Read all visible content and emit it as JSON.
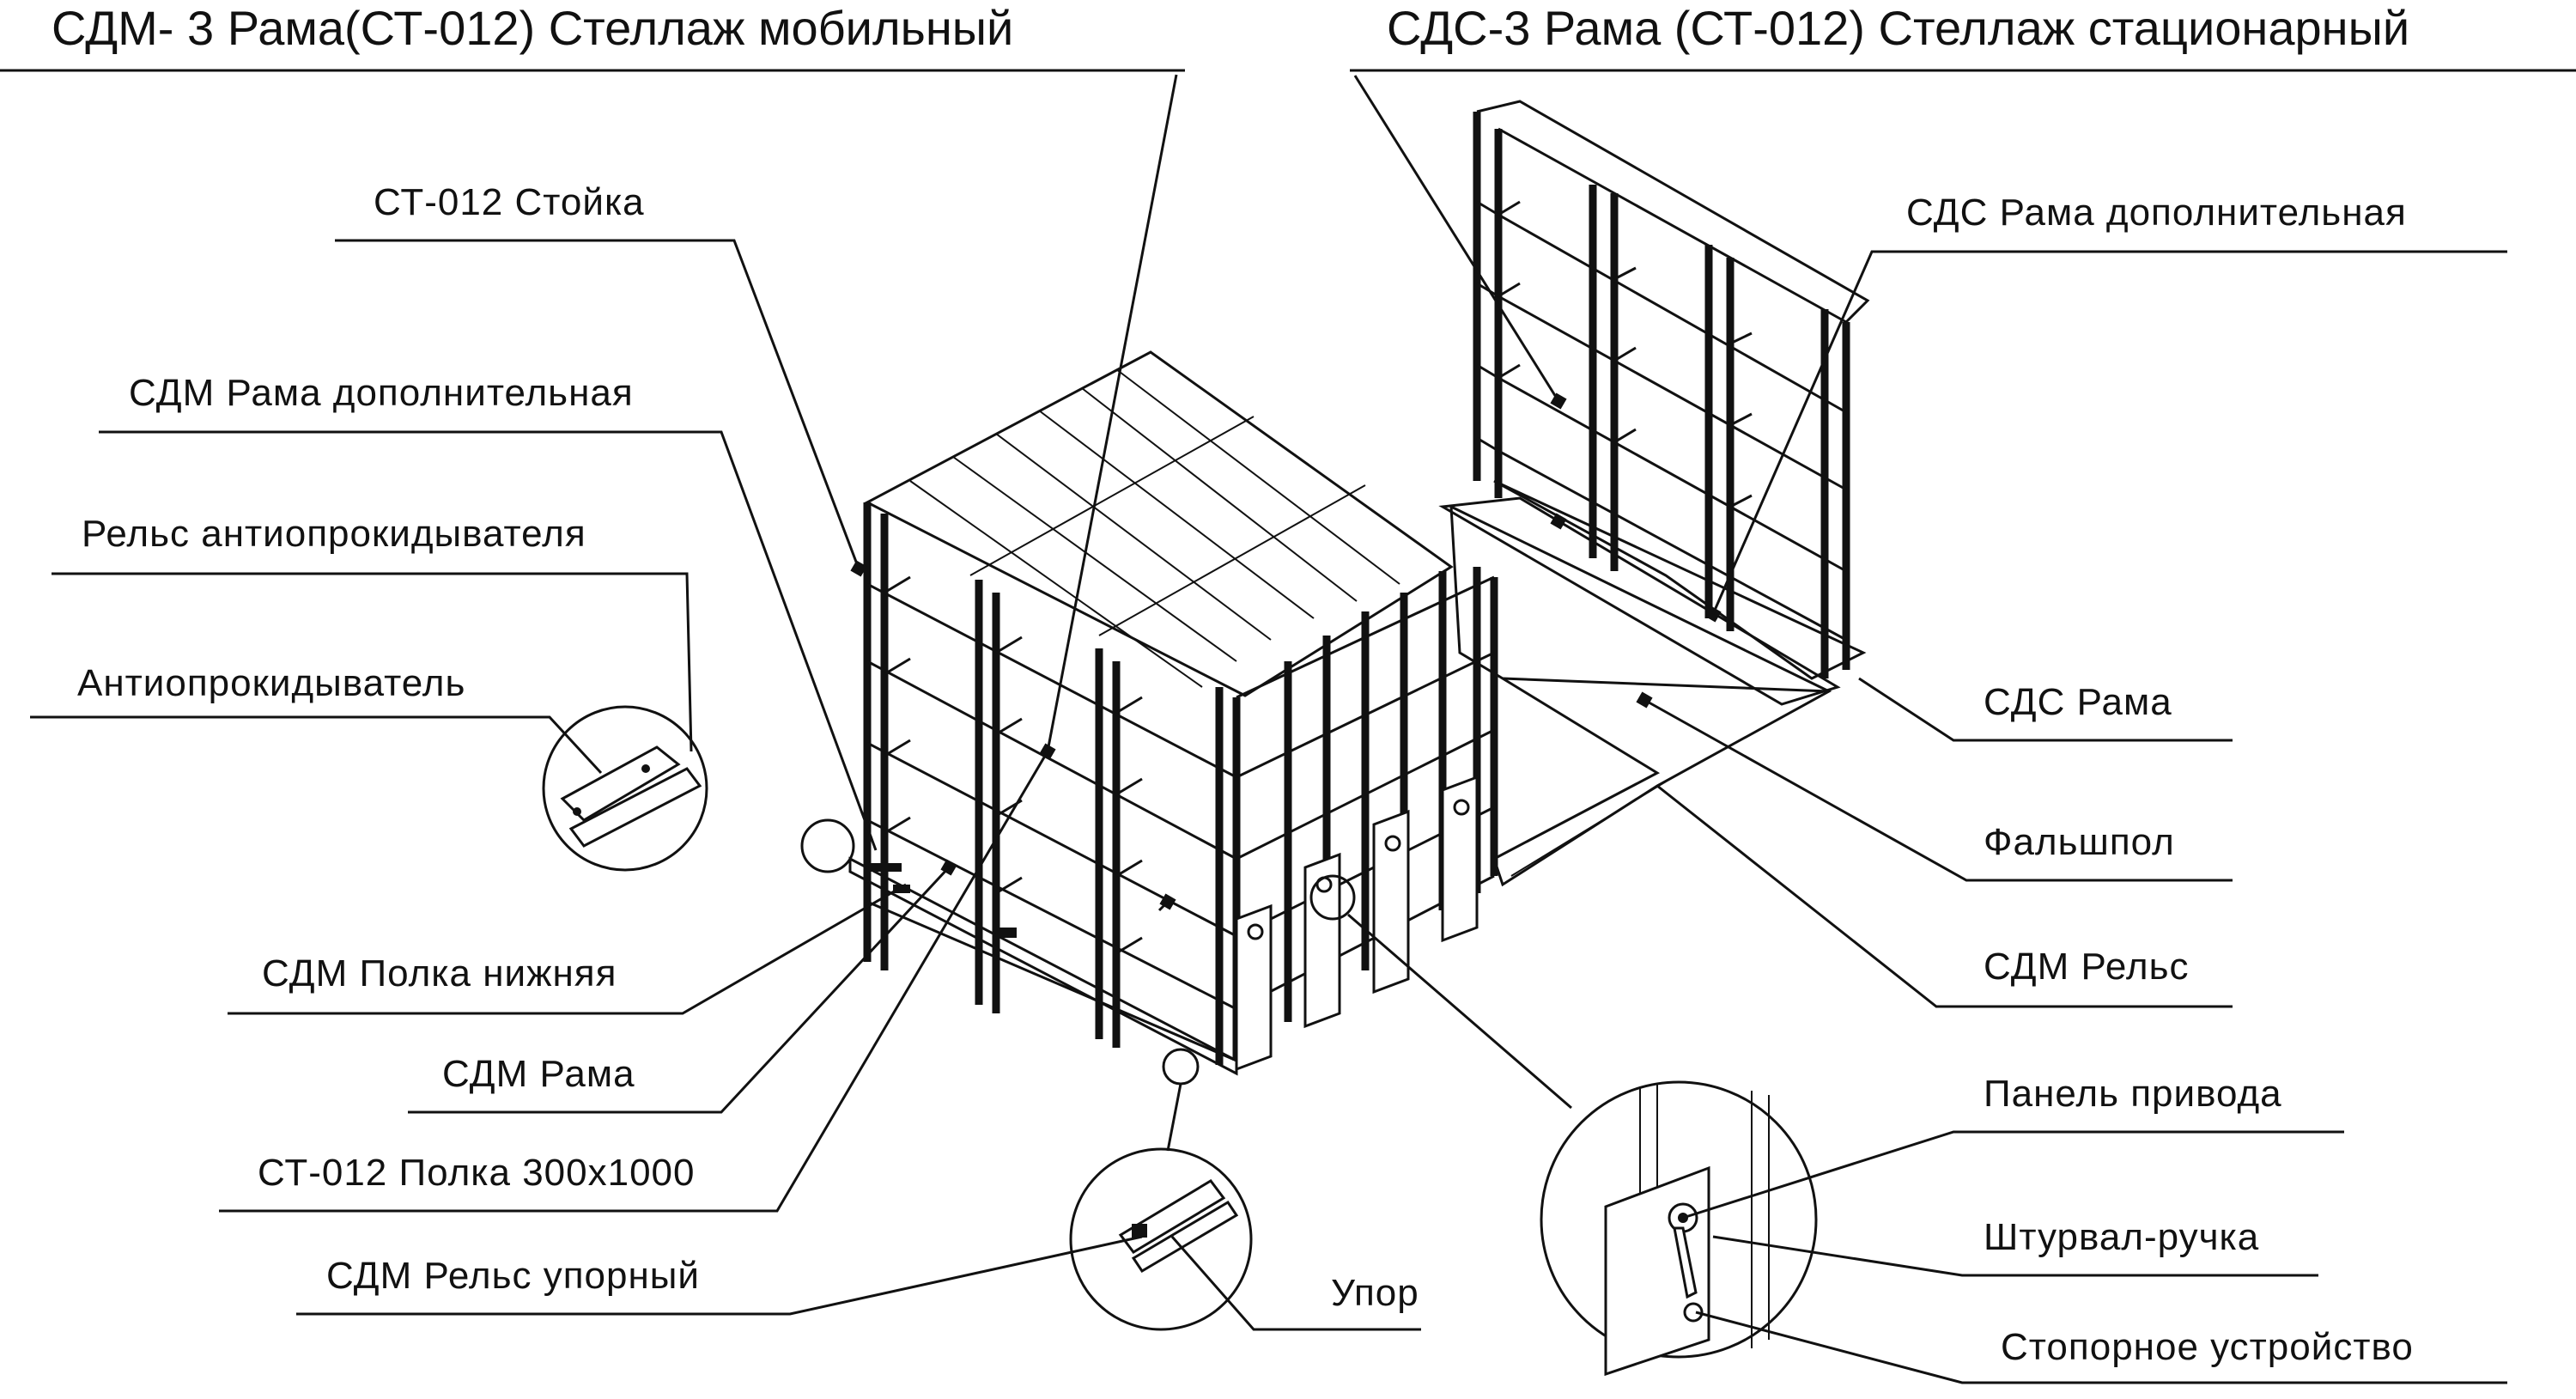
{
  "titles": {
    "mobile": "СДМ- 3 Рама(СТ-012) Стеллаж мобильный",
    "stationary": "СДС-3 Рама (СТ-012) Стеллаж стационарный"
  },
  "labels": {
    "post": "СТ-012 Стойка",
    "sdm_frame_extra": "СДМ Рама дополнительная",
    "anti_rail": "Рельс  антиопрокидывателя",
    "anti_device": "Антиопрокидыватель",
    "sdm_bottom_shelf": "СДМ Полка нижняя",
    "sdm_frame": "СДМ Рама",
    "shelf": "СТ-012 Полка 300x1000",
    "sdm_stop_rail": "СДМ Рельс упорный",
    "stop": "Упор",
    "sds_frame_extra": "СДС Рама  дополнительная",
    "sds_frame": "СДС Рама",
    "false_floor": "Фальшпол",
    "sdm_rail": "СДМ Рельс",
    "drive_panel": "Панель привода",
    "handwheel": "Штурвал-ручка",
    "lock": "Стопорное устройство"
  }
}
